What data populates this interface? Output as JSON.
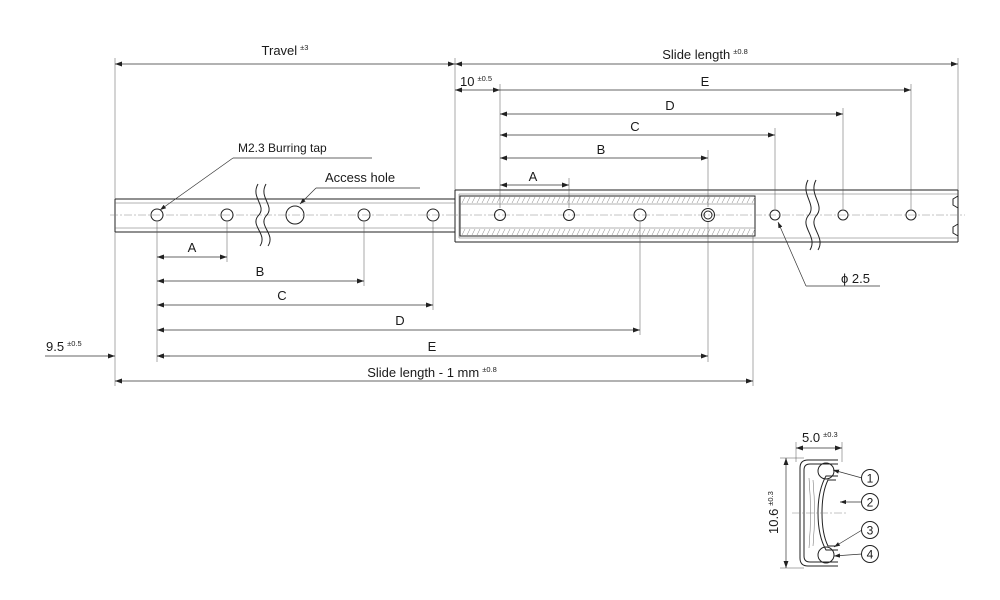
{
  "labels": {
    "travel": "Travel",
    "travel_tol": "±3",
    "slide_length": "Slide length",
    "slide_length_tol": "±0.8",
    "ten": "10",
    "ten_tol": "±0.5",
    "burring_tap": "M2.3 Burring tap",
    "access_hole": "Access hole",
    "phi": "ϕ 2.5",
    "nine_five": "9.5",
    "nine_five_tol": "±0.5",
    "slide_length_minus": "Slide length - 1 mm",
    "slide_length_minus_tol": "±0.8",
    "width_val": "5.0",
    "width_tol": "±0.3",
    "height_val": "10.6",
    "height_tol": "±0.3"
  },
  "dims_top": {
    "A": "A",
    "B": "B",
    "C": "C",
    "D": "D",
    "E": "E"
  },
  "dims_bottom": {
    "A": "A",
    "B": "B",
    "C": "C",
    "D": "D",
    "E": "E"
  },
  "callouts": [
    "1",
    "2",
    "3",
    "4"
  ],
  "colors": {
    "line": "#222222",
    "background": "#ffffff"
  }
}
